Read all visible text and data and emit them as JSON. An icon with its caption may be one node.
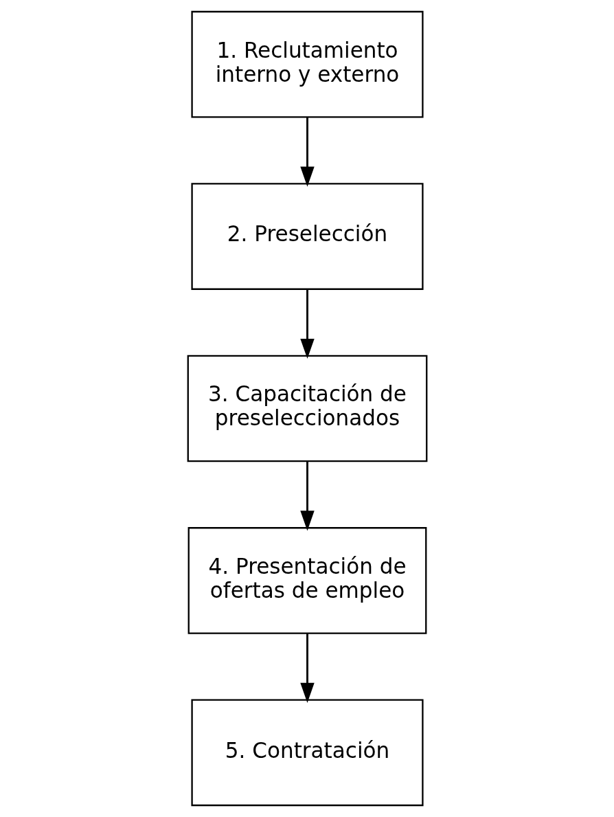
{
  "diagram": {
    "nodes": [
      {
        "text": [
          "1. Reclutamiento interno y externo"
        ]
      },
      {
        "text": [
          "2. Preselección"
        ]
      },
      {
        "text": [
          "3. Capacitación de preseleccionados"
        ]
      },
      {
        "text": [
          "4. Presentación de ofertas de empleo"
        ]
      },
      {
        "text": [
          "5. Contratación"
        ]
      }
    ],
    "edges": [
      {
        "from": 0,
        "to": 1,
        "arrow": "to"
      },
      {
        "from": 1,
        "to": 2,
        "arrow": "to"
      },
      {
        "from": 2,
        "to": 3,
        "arrow": "to"
      },
      {
        "from": 3,
        "to": 4,
        "arrow": "to"
      }
    ]
  }
}
